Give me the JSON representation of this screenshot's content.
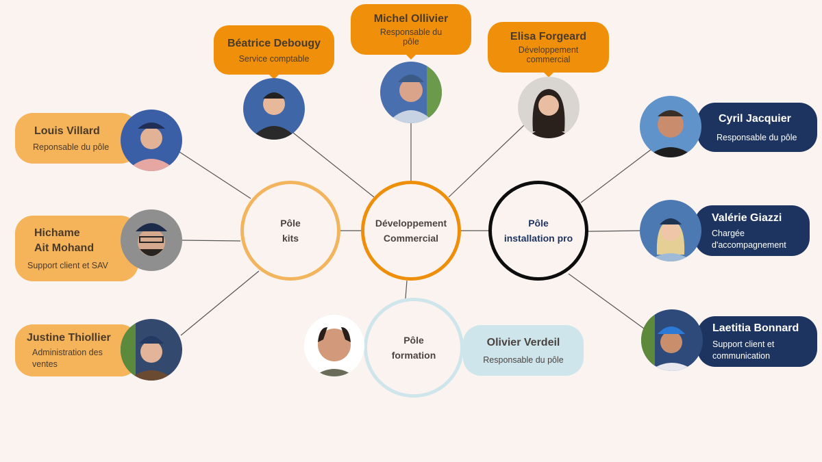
{
  "colors": {
    "background": "#FBF3EF",
    "kits_pill": "#F6B45A",
    "top_bubble": "#F0900A",
    "install_pill": "#1D3461",
    "formation_pill": "#CFE5EC",
    "kits_ring": "#F2B55D",
    "commercial_ring": "#EE8F0C",
    "install_ring": "#0d0d0d",
    "formation_ring": "#CFE5EC",
    "connector": "#555555"
  },
  "hubs": {
    "kits": {
      "line1": "Pôle",
      "line2": "kits"
    },
    "commercial": {
      "line1": "Développement",
      "line2": "Commercial"
    },
    "install": {
      "line1": "Pôle",
      "line2": "installation pro"
    },
    "formation": {
      "line1": "Pôle",
      "line2": "formation"
    }
  },
  "commercial_team": [
    {
      "name": "Béatrice Debougy",
      "role_line1": "Service comptable",
      "role_line2": ""
    },
    {
      "name": "Michel Ollivier",
      "role_line1": "Responsable du",
      "role_line2": "pôle"
    },
    {
      "name": "Elisa Forgeard",
      "role_line1": "Développement",
      "role_line2": "commercial"
    }
  ],
  "kits_team": [
    {
      "name_line1": "Louis Villard",
      "name_line2": "",
      "role_line1": "Reponsable du pôle",
      "role_line2": ""
    },
    {
      "name_line1": "Hichame",
      "name_line2": "Ait Mohand",
      "role_line1": "Support client et SAV",
      "role_line2": ""
    },
    {
      "name_line1": "Justine Thiollier",
      "name_line2": "",
      "role_line1": "Administration des",
      "role_line2": "ventes"
    }
  ],
  "install_team": [
    {
      "name": "Cyril Jacquier",
      "role_line1": "Responsable du pôle",
      "role_line2": ""
    },
    {
      "name": "Valérie Giazzi",
      "role_line1": "Chargée",
      "role_line2": "d'accompagnement"
    },
    {
      "name": "Laetitia Bonnard",
      "role_line1": "Support client et",
      "role_line2": "communication"
    }
  ],
  "formation_team": [
    {
      "name": "Olivier Verdeil",
      "role_line1": "Responsable du pôle"
    }
  ],
  "icons": {
    "photo_placeholder": "person-photo-icon"
  }
}
